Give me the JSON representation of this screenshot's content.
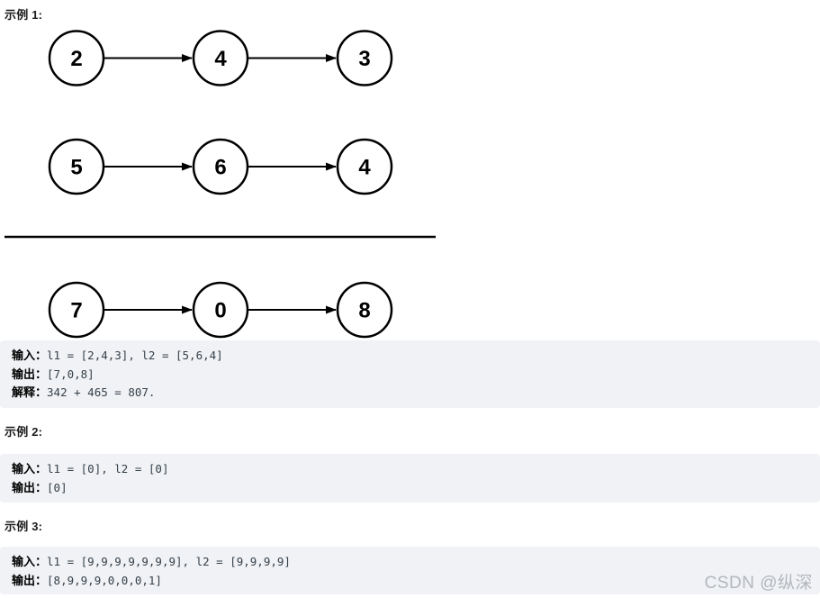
{
  "examples": [
    {
      "heading": "示例 1:",
      "lines": [
        {
          "label": "输入：",
          "code": "l1 = [2,4,3], l2 = [5,6,4]"
        },
        {
          "label": "输出：",
          "code": "[7,0,8]"
        },
        {
          "label": "解释：",
          "code": "342 + 465 = 807."
        }
      ]
    },
    {
      "heading": "示例 2:",
      "lines": [
        {
          "label": "输入：",
          "code": "l1 = [0], l2 = [0]"
        },
        {
          "label": "输出：",
          "code": "[0]"
        }
      ]
    },
    {
      "heading": "示例 3:",
      "lines": [
        {
          "label": "输入：",
          "code": "l1 = [9,9,9,9,9,9,9], l2 = [9,9,9,9]"
        },
        {
          "label": "输出：",
          "code": "[8,9,9,9,0,0,0,1]"
        }
      ]
    }
  ],
  "diagram": {
    "list1": [
      "2",
      "4",
      "3"
    ],
    "list2": [
      "5",
      "6",
      "4"
    ],
    "result": [
      "7",
      "0",
      "8"
    ]
  },
  "watermark": "CSDN @纵深",
  "colors": {
    "code_block_background": "#f0f2f5",
    "diagram_stroke": "#000000",
    "code_text": "#36404a",
    "watermark_text": "#b3b8bd"
  }
}
